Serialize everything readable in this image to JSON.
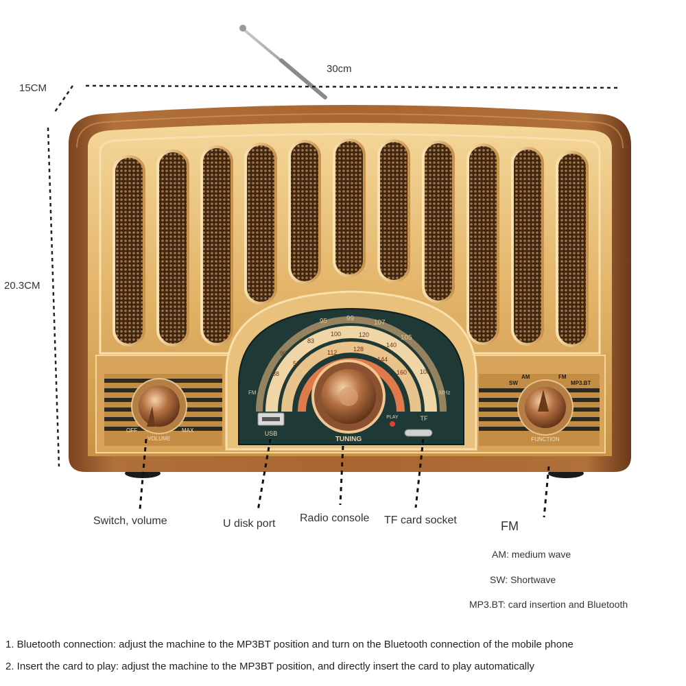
{
  "dimensions": {
    "depth": "15CM",
    "width": "30cm",
    "height": "20.3CM"
  },
  "radio": {
    "volume_knob": {
      "off": "OFF",
      "name": "VOLUME",
      "max": "MAX"
    },
    "usb_label": "USB",
    "tuning_label": "TUNING",
    "play_label": "PLAY",
    "tf_label": "TF",
    "function_knob": {
      "sw": "SW",
      "am": "AM",
      "fm": "FM",
      "mp3bt": "MP3.BT",
      "name": "FUNCTION"
    },
    "dial_top": [
      "95",
      "99",
      "107",
      "105"
    ],
    "dial_mid": [
      "90",
      "88",
      "83",
      "100",
      "120",
      "140",
      "108"
    ],
    "dial_inner": [
      "56",
      "112",
      "128",
      "144",
      "160"
    ],
    "dial_side": [
      "FM",
      "MHz"
    ]
  },
  "callouts": {
    "switch_volume": "Switch, volume",
    "u_disk_port": "U disk port",
    "radio_console": "Radio console",
    "tf_card_socket": "TF card socket",
    "fm": "FM"
  },
  "modes": {
    "am": "AM: medium wave",
    "sw": "SW: Shortwave",
    "mp3bt": "MP3.BT: card insertion and Bluetooth"
  },
  "notes": [
    "1. Bluetooth connection: adjust the machine to the MP3BT position and turn on the Bluetooth connection of the mobile phone",
    "2. Insert the card to play: adjust the machine to the MP3BT position, and directly insert the card to play automatically"
  ],
  "colors": {
    "wood": "#9a5a2a",
    "gold": "#e2b66a",
    "grille": "#5a3a22",
    "dial_bg": "#1f3a36"
  }
}
